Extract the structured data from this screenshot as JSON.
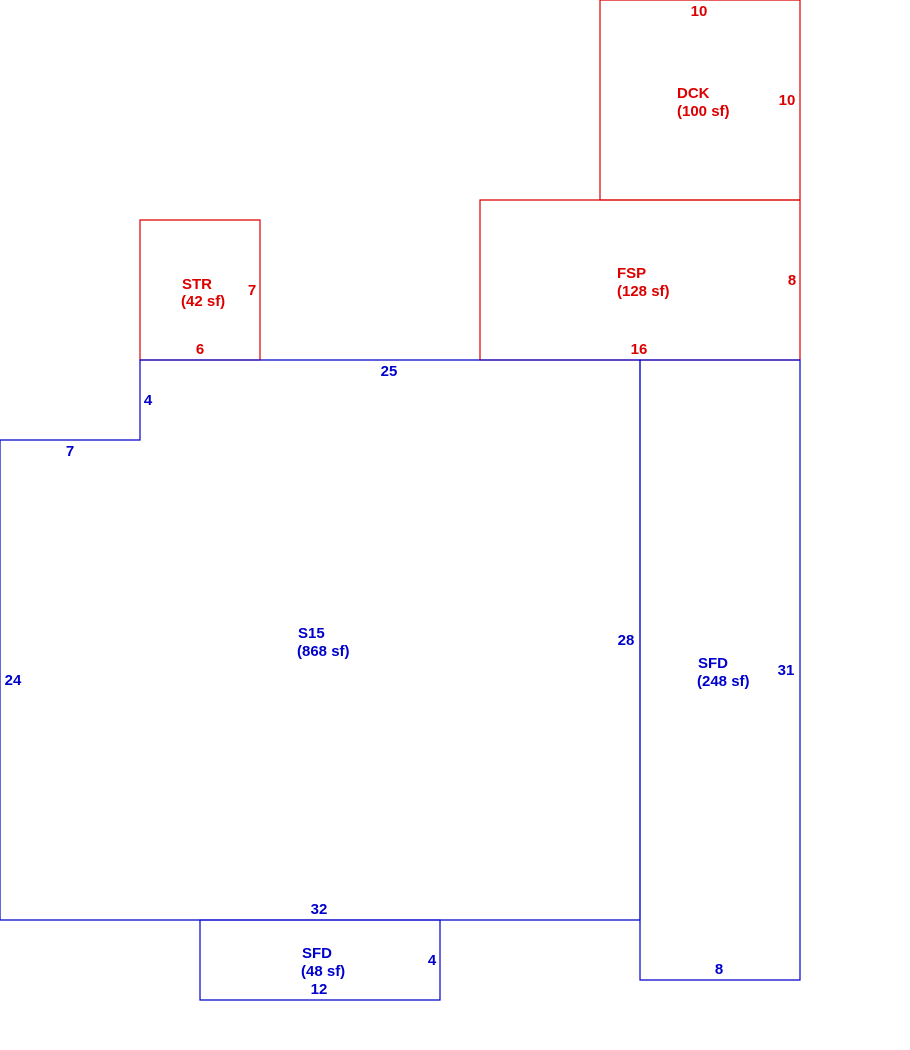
{
  "colors": {
    "living": "#0000cc",
    "accessory": "#dd0000"
  },
  "areas": {
    "dck": {
      "code": "DCK",
      "area": "(100 sf)",
      "dims": [
        "10",
        "10"
      ]
    },
    "str": {
      "code": "STR",
      "area": "(42 sf)",
      "dims": [
        "7",
        "6"
      ]
    },
    "fsp": {
      "code": "FSP",
      "area": "(128 sf)",
      "dims": [
        "8",
        "16"
      ]
    },
    "s15": {
      "code": "S15",
      "area": "(868 sf)",
      "dims": [
        "25",
        "4",
        "7",
        "24",
        "28",
        "32"
      ]
    },
    "sfd_right": {
      "code": "SFD",
      "area": "(248 sf)",
      "dims": [
        "31",
        "8"
      ]
    },
    "sfd_bottom": {
      "code": "SFD",
      "area": "(48 sf)",
      "dims": [
        "4",
        "12"
      ]
    }
  }
}
